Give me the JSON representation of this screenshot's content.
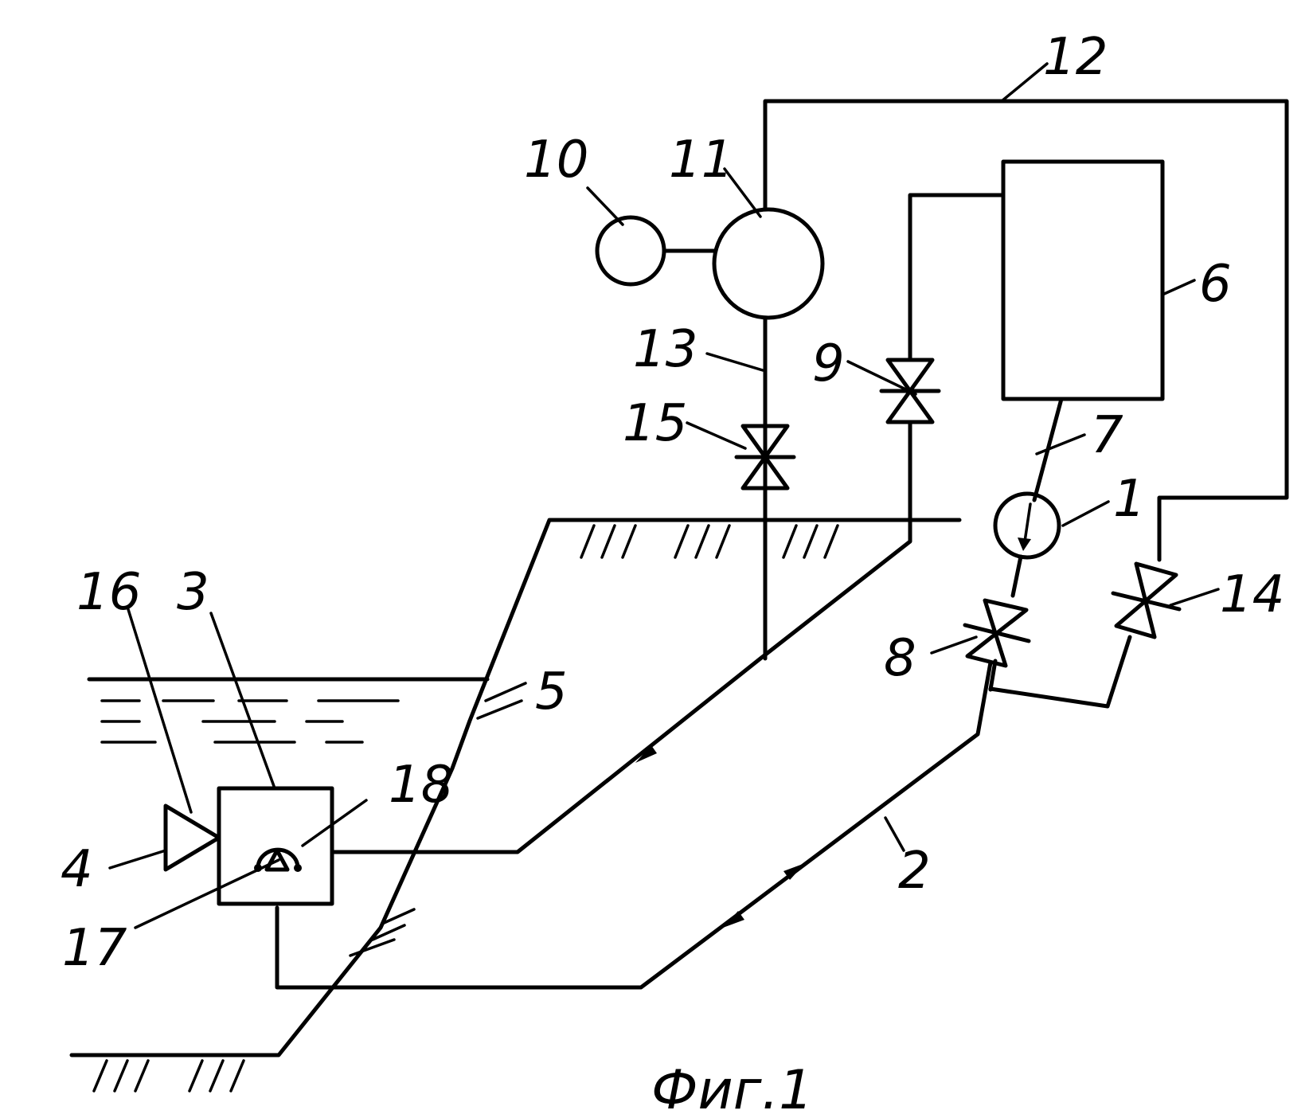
{
  "figure": {
    "caption": "Фиг.1",
    "labels": {
      "l1": "1",
      "l2": "2",
      "l3": "3",
      "l4": "4",
      "l5": "5",
      "l6": "6",
      "l7": "7",
      "l8": "8",
      "l9": "9",
      "l10": "10",
      "l11": "11",
      "l12": "12",
      "l13": "13",
      "l14": "14",
      "l15": "15",
      "l16": "16",
      "l17": "17",
      "l18": "18"
    }
  }
}
